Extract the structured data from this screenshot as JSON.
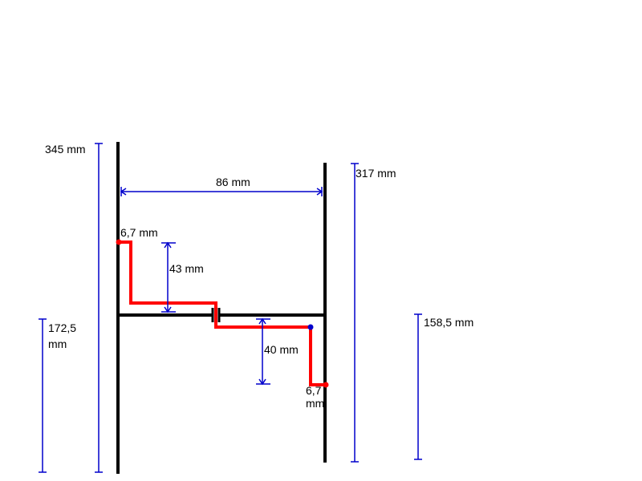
{
  "colors": {
    "structure": "#000000",
    "dimension": "#0000cc",
    "conductor": "#ff0000",
    "feed_point": "#0000cc",
    "background": "#ffffff"
  },
  "labels": {
    "left_height": "345 mm",
    "right_height": "317 mm",
    "spacing": "86 mm",
    "top_offset": "6,7 mm",
    "upper_drop": "43 mm",
    "left_feed_height_line1": "172,5",
    "left_feed_height_line2": "mm",
    "right_feed_height": "158,5 mm",
    "lower_drop": "40 mm",
    "bottom_offset_line1": "6,7",
    "bottom_offset_line2": "mm"
  }
}
